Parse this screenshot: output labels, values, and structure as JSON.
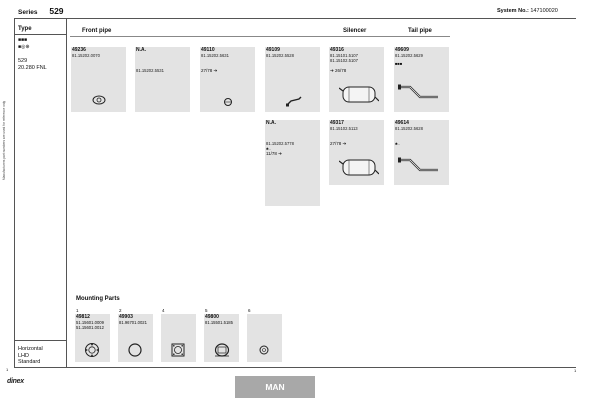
{
  "header": {
    "series_label": "Series",
    "series_value": "529",
    "system_label": "System No.:",
    "system_value": "147100020"
  },
  "sidebar": {
    "type_label": "Type",
    "symbol_1": "■■■",
    "symbol_2": "■◎⊕",
    "model_line_1": "529",
    "model_line_2": "20.280 FNL",
    "footer_line_1": "Horizontal",
    "footer_line_2": "LHD",
    "footer_line_3": "Standard",
    "vertical_note": "Manufacturers part numbers are used for reference only",
    "page_left": "1",
    "page_right": "1"
  },
  "categories": {
    "front_pipe": "Front pipe",
    "silencer": "Silencer",
    "tail_pipe": "Tail pipe"
  },
  "parts": [
    {
      "no": "49236",
      "sub1": "81.15202.0070",
      "sub2": "",
      "note": ""
    },
    {
      "no": "N.A.",
      "sub1": "",
      "sub2": "81.15202.5531",
      "note": ""
    },
    {
      "no": "49110",
      "sub1": "81.15202.5631",
      "sub2": "",
      "note": "27/78 ➔"
    },
    {
      "no": "49109",
      "sub1": "81.15202.5528",
      "sub2": "",
      "note": ""
    },
    {
      "no": "49316",
      "sub1": "81.15101.5107",
      "sub2": "81.15102.5107",
      "note": "➔ 26/78"
    },
    {
      "no": "49609",
      "sub1": "81.15202.5629",
      "sub2": "",
      "note": ""
    },
    {
      "no": "N.A.",
      "sub1": "",
      "sub2": "81.15202.5778",
      "note": "11/78 ➔"
    },
    {
      "no": "49317",
      "sub1": "81.15102.5113",
      "sub2": "",
      "note": "27/78 ➔"
    },
    {
      "no": "49614",
      "sub1": "81.15202.5628",
      "sub2": "",
      "note": ""
    }
  ],
  "mounting": {
    "title": "Mounting Parts",
    "items": [
      {
        "idx": "1",
        "no": "49812",
        "sub1": "51.15601.0009",
        "sub2": "51.15601.0012"
      },
      {
        "idx": "2",
        "no": "49903",
        "sub1": "81.96701.0021",
        "sub2": ""
      },
      {
        "idx": "4",
        "no": "",
        "sub1": "",
        "sub2": ""
      },
      {
        "idx": "5",
        "no": "49800",
        "sub1": "81.15501.5185",
        "sub2": ""
      },
      {
        "idx": "6",
        "no": "",
        "sub1": "",
        "sub2": ""
      }
    ]
  },
  "brand": "MAN",
  "logo": "dinex"
}
